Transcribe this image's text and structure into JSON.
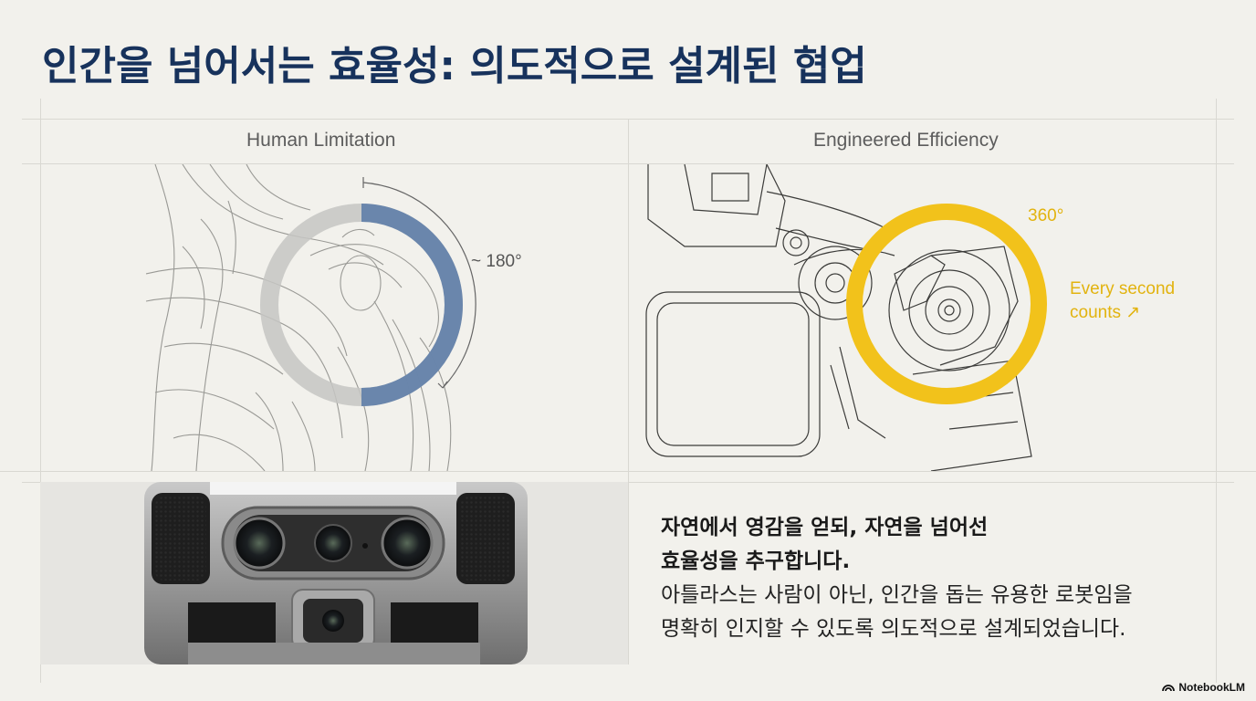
{
  "title": "인간을 넘어서는 효율성: 의도적으로 설계된 협업",
  "left_panel": {
    "header": "Human Limitation",
    "angle_label": "~ 180°",
    "arc_color": "#5f7ea8",
    "ring_color": "#c6c6c3"
  },
  "right_panel": {
    "header": "Engineered Efficiency",
    "angle_label": "360°",
    "note_line1": "Every second",
    "note_line2": "counts ↗",
    "ring_color": "#f2c21b"
  },
  "text": {
    "lead_line1": "자연에서 영감을 얻되, 자연을 넘어선",
    "lead_line2": "효율성을 추구합니다.",
    "body_line1": "아틀라스는 사람이 아닌, 인간을 돕는 유용한 로봇임을",
    "body_line2": "명확히 인지할 수 있도록 의도적으로 설계되었습니다."
  },
  "brand": {
    "icon": "notebooklm-logo-icon",
    "label": "NotebookLM"
  }
}
